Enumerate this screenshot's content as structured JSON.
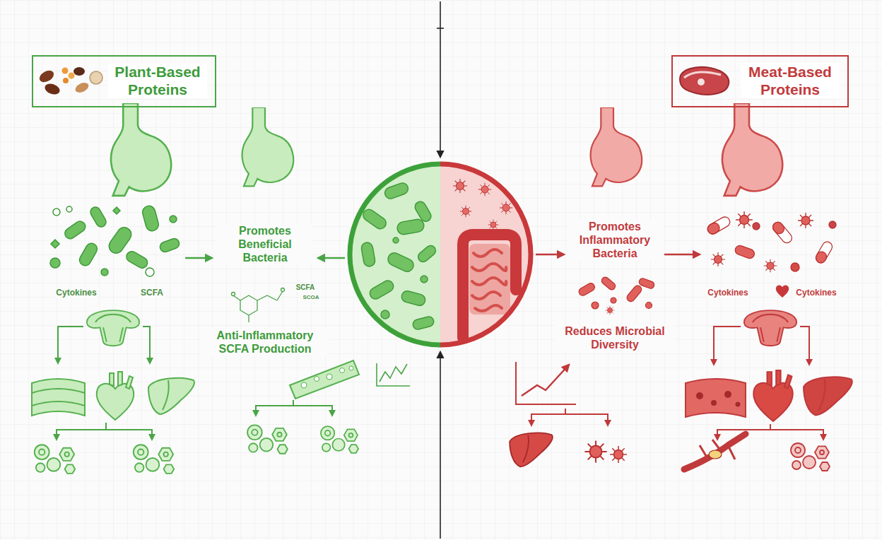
{
  "diagram": {
    "nodes": [
      {
        "text": [
          "Plant-Based Proteins"
        ]
      },
      {
        "text": [
          "Meat-Based Proteins"
        ]
      }
    ],
    "labels": [
      "Cytokines",
      "SCFA",
      "Promotes Beneficial Bacteria",
      "SCFA",
      "SCOA",
      "Anti-Inflammatory SCFA Production",
      "Promotes Inflammatory Bacteria",
      "Reduces Microbial Diversity",
      "Cytokines",
      "Cytokines"
    ]
  }
}
